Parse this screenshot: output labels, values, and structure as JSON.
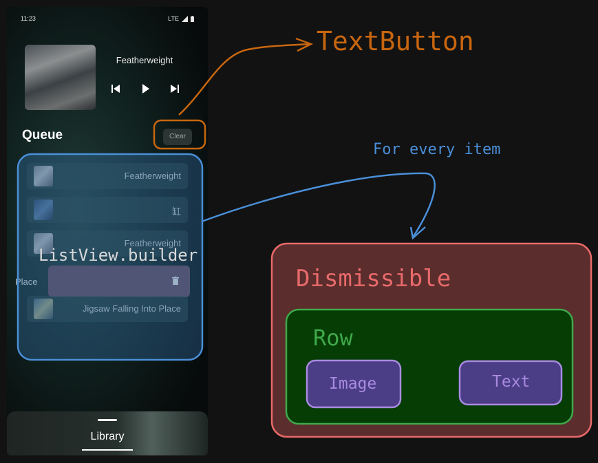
{
  "status": {
    "time": "11:23",
    "network": "LTE"
  },
  "player": {
    "track_title": "Featherweight"
  },
  "queue": {
    "label": "Queue",
    "clear_label": "Clear",
    "items": [
      {
        "title": "Featherweight"
      },
      {
        "title": "缸"
      },
      {
        "title": "Featherweight"
      },
      {
        "title": "Place"
      },
      {
        "title": "Jigsaw Falling Into Place"
      }
    ]
  },
  "nav": {
    "library_label": "Library"
  },
  "annotations": {
    "textbutton": "TextButton",
    "listview": "ListView.builder",
    "for_every_item": "For every item",
    "dismissible": "Dismissible",
    "row": "Row",
    "image": "Image",
    "text": "Text"
  },
  "colors": {
    "textbutton": "#c8660f",
    "listview": "#4a8fd8",
    "dismissible": "#e86a6a",
    "row": "#3fa84a",
    "widget": "#a98be0"
  }
}
